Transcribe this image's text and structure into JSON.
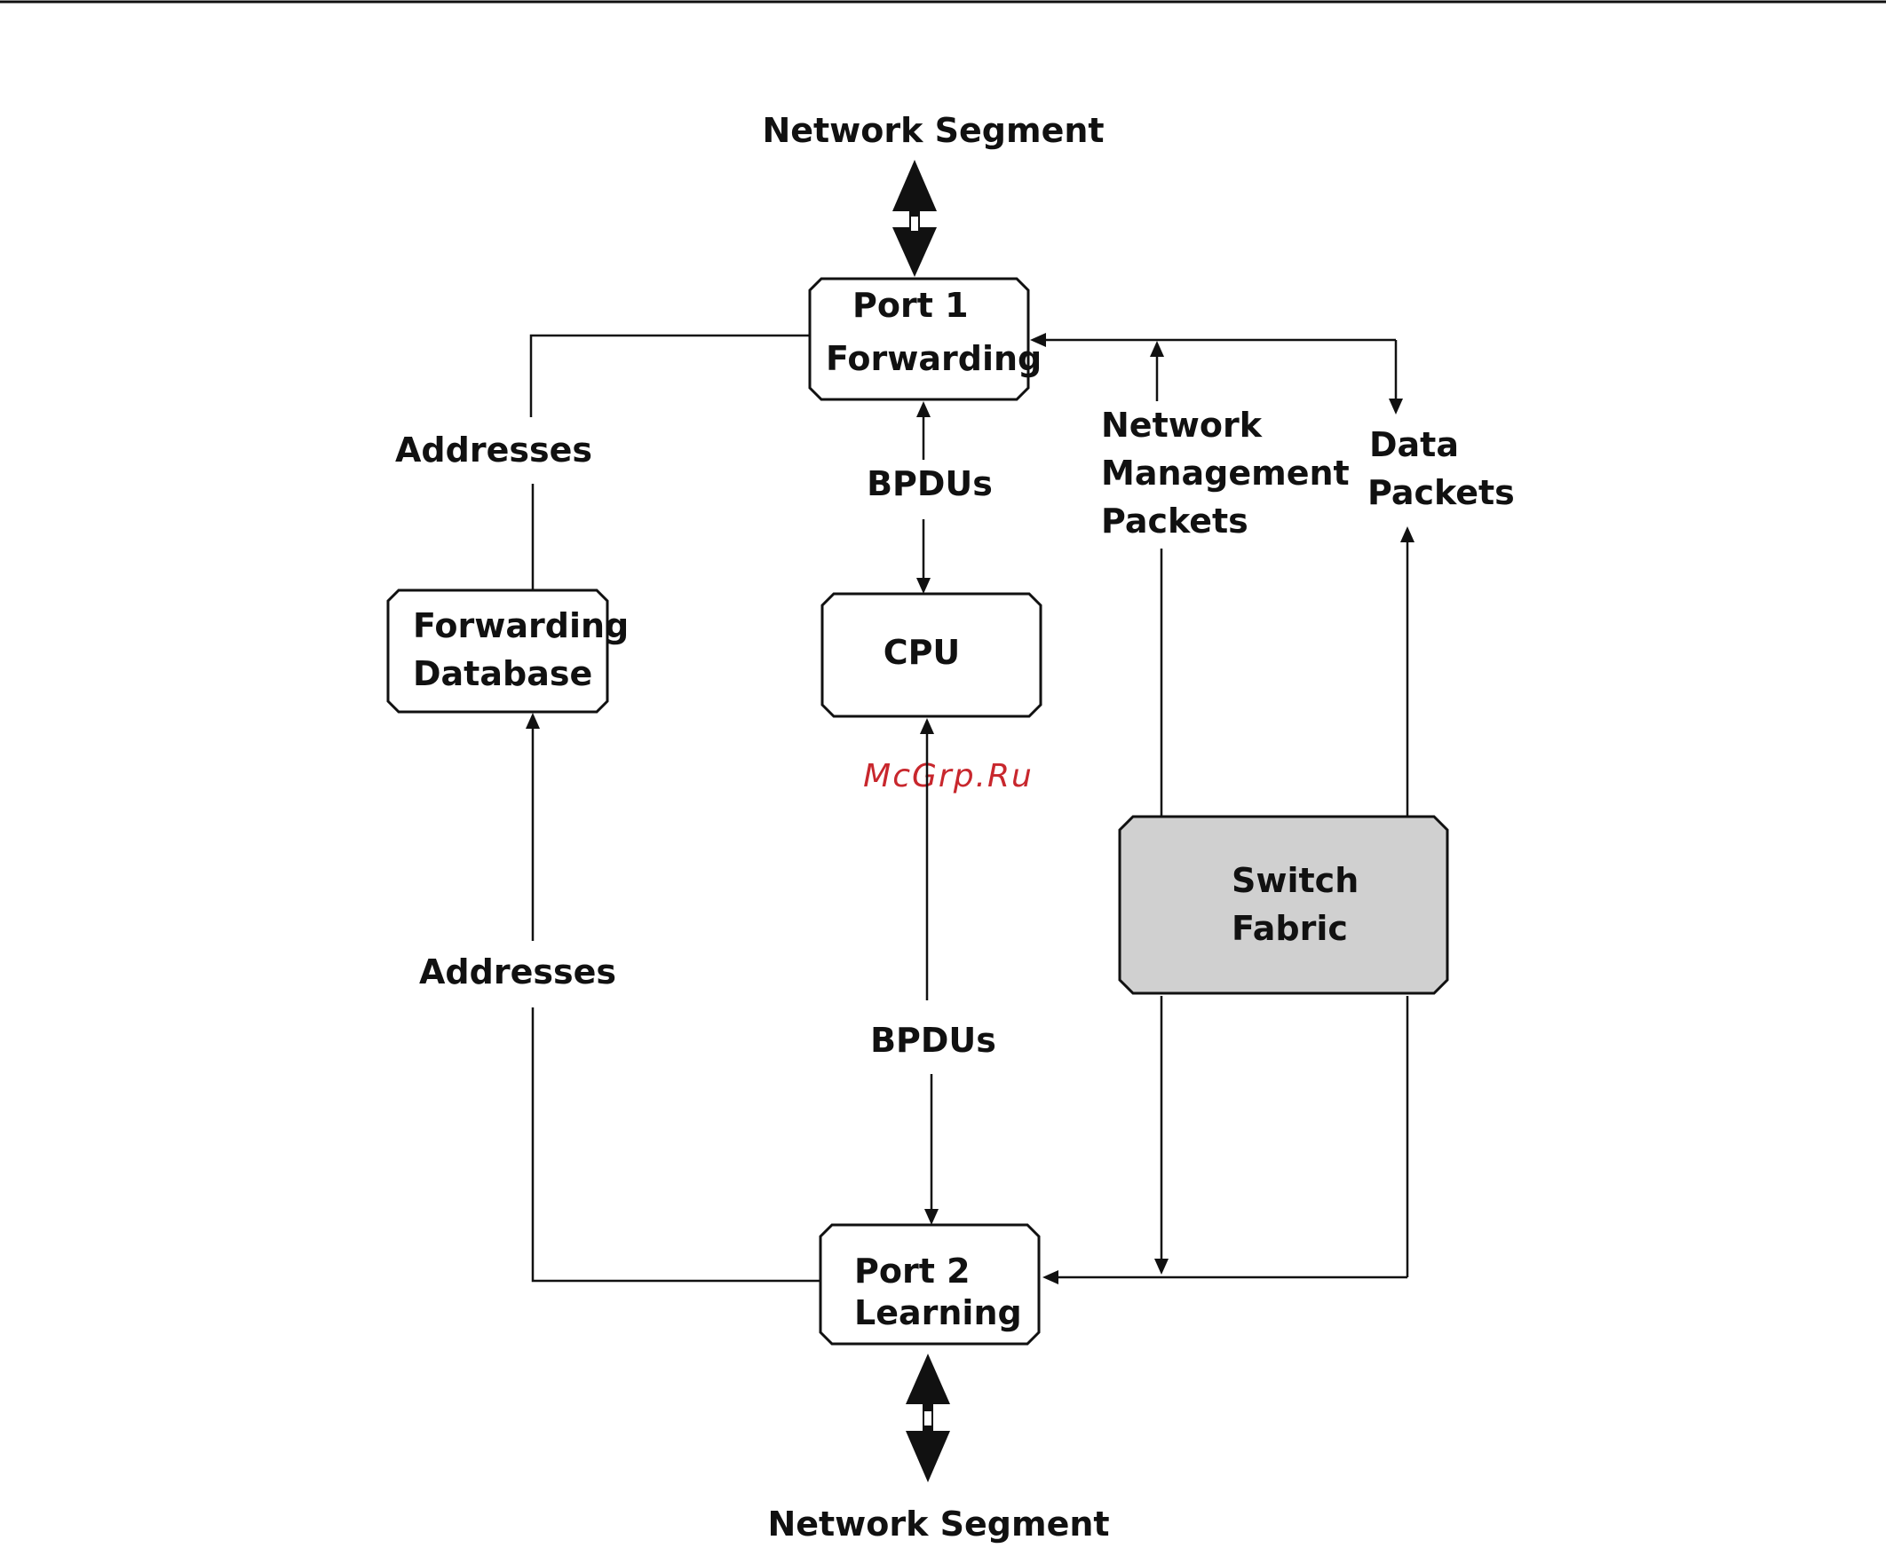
{
  "nodes": {
    "port1": {
      "line1": "Port 1",
      "line2": "Forwarding"
    },
    "fwd_db": {
      "line1": "Forwarding",
      "line2": "Database"
    },
    "cpu": {
      "label": "CPU"
    },
    "switch_fabric": {
      "line1": "Switch",
      "line2": "Fabric"
    },
    "port2": {
      "line1": "Port 2",
      "line2": "Learning"
    }
  },
  "edge_labels": {
    "network_segment_top": "Network Segment",
    "network_segment_bottom": "Network Segment",
    "addresses_top": "Addresses",
    "addresses_bottom": "Addresses",
    "bpdus_top": "BPDUs",
    "bpdus_bottom": "BPDUs",
    "nm_line1": "Network",
    "nm_line2": "Management",
    "nm_line3": "Packets",
    "dp_line1": "Data",
    "dp_line2": "Packets"
  },
  "watermark": "McGrp.Ru",
  "colors": {
    "fabric_fill": "#d0d0d0",
    "watermark": "#c8272d"
  }
}
